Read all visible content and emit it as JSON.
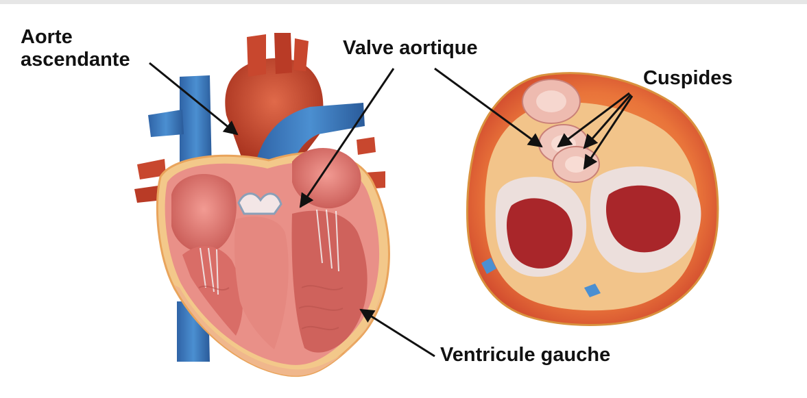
{
  "labels": {
    "aorte_line1": "Aorte",
    "aorte_line2": "ascendante",
    "valve_aortique": "Valve aortique",
    "cuspides": "Cuspides",
    "ventricule_gauche": "Ventricule gauche"
  },
  "colors": {
    "muscle": "#e07a6e",
    "chamber": "#d9776f",
    "vein_blue": "#3a76b8",
    "aorta_red": "#c8472e",
    "outer_wall_yellow": "#f0b15c",
    "valve_white": "#ece6e4",
    "arrow": "#111111"
  }
}
